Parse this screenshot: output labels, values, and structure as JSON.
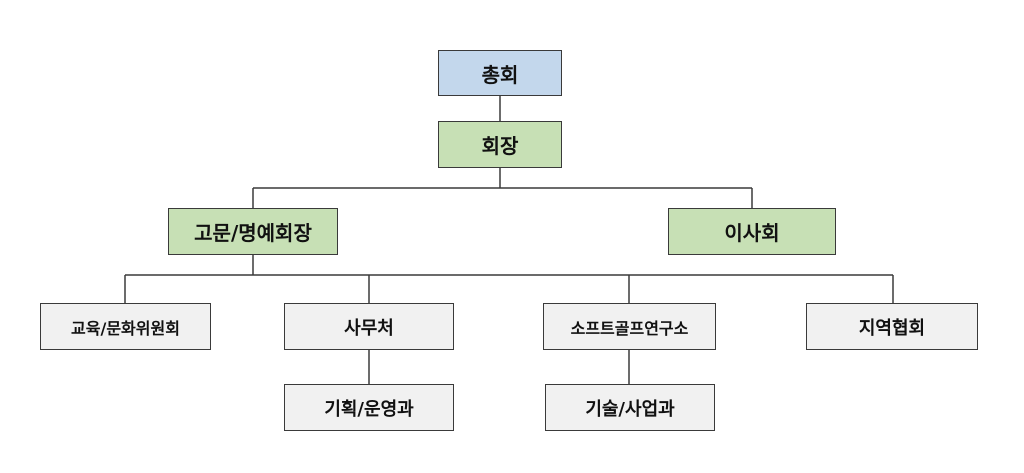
{
  "org_chart": {
    "top": {
      "label": "총회",
      "color": "#c3d7ec"
    },
    "chair": {
      "label": "회장",
      "color": "#c7e0b5"
    },
    "level2": {
      "advisors": {
        "label": "고문/명예회장",
        "color": "#c7e0b5"
      },
      "board": {
        "label": "이사회",
        "color": "#c7e0b5"
      }
    },
    "departments": {
      "education": {
        "label": "교육/문화위원회"
      },
      "secretariat": {
        "label": "사무처"
      },
      "institute": {
        "label": "소프트골프연구소"
      },
      "regional": {
        "label": "지역협회"
      }
    },
    "sub_units": {
      "planning": {
        "label": "기획/운영과"
      },
      "technology": {
        "label": "기술/사업과"
      }
    },
    "colors": {
      "gray_box": "#f1f1f1",
      "line": "#3a3a3a"
    }
  }
}
